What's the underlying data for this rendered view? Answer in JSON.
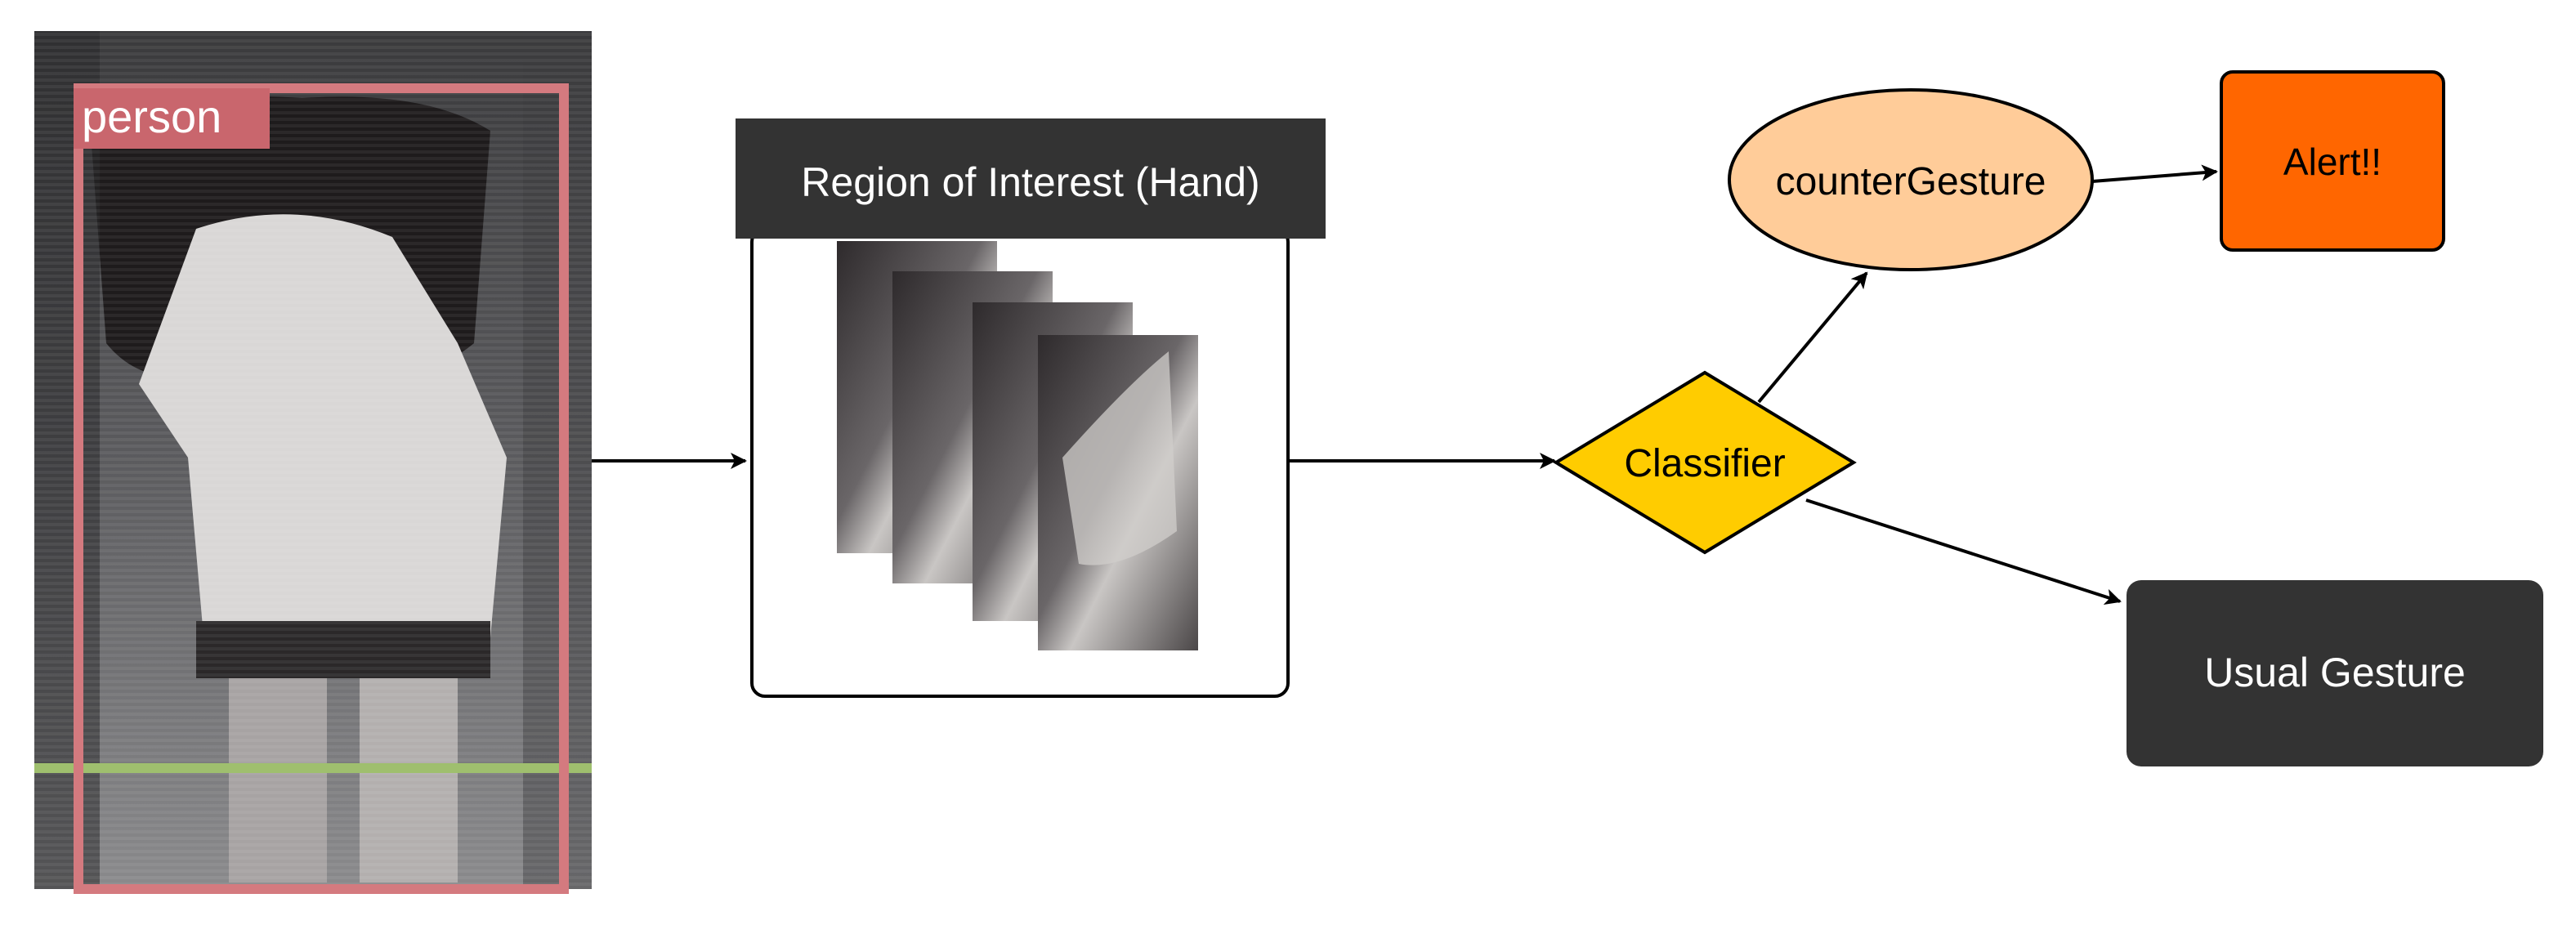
{
  "detection": {
    "label": "person"
  },
  "roi": {
    "title": "Region of Interest (Hand)"
  },
  "nodes": {
    "classifier": "Classifier",
    "counter_gesture": "counterGesture",
    "alert": "Alert!!",
    "usual_gesture": "Usual Gesture"
  },
  "colors": {
    "detection_box": "#d47a7f",
    "detection_label_bg": "#c9666d",
    "ground_line": "#9fbf6e",
    "roi_header": "#333333",
    "classifier_fill": "#ffcc00",
    "counter_fill": "#ffcc99",
    "alert_fill": "#ff6600",
    "usual_fill": "#333333",
    "arrow": "#000000"
  }
}
